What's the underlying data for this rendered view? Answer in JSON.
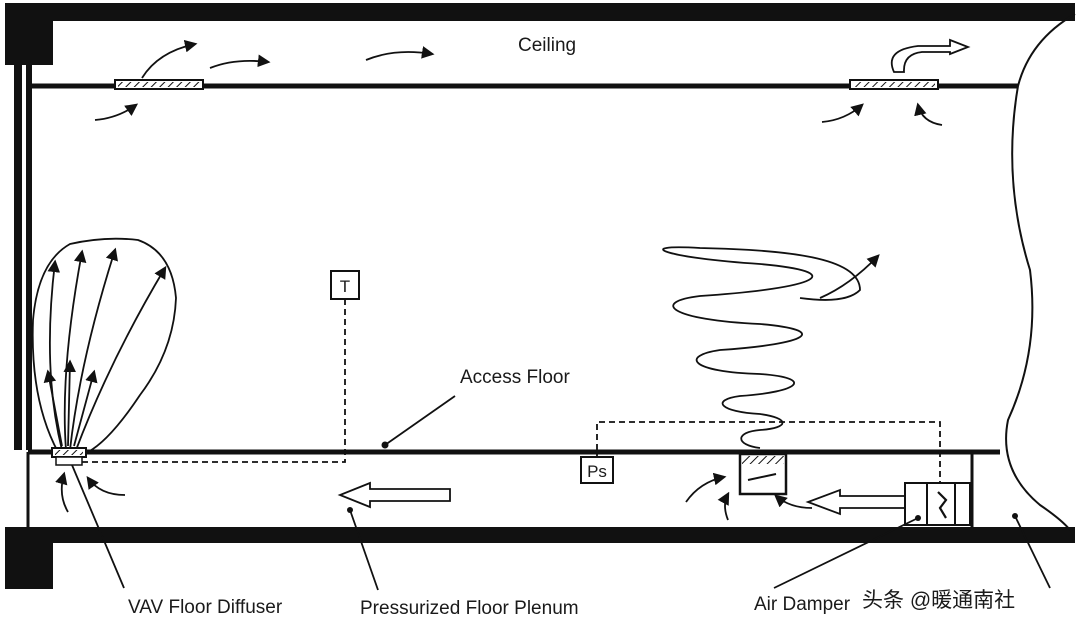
{
  "labels": {
    "ceiling": "Ceiling",
    "access_floor": "Access Floor",
    "vav_floor_diffuser": "VAV Floor Diffuser",
    "pressurized_floor_plenum": "Pressurized Floor Plenum",
    "air_damper": "Air Damper"
  },
  "sensors": {
    "thermostat": "T",
    "pressure_sensor": "Ps"
  },
  "watermark": "头条 @暖通南社",
  "colors": {
    "line": "#111111",
    "background": "#ffffff"
  }
}
